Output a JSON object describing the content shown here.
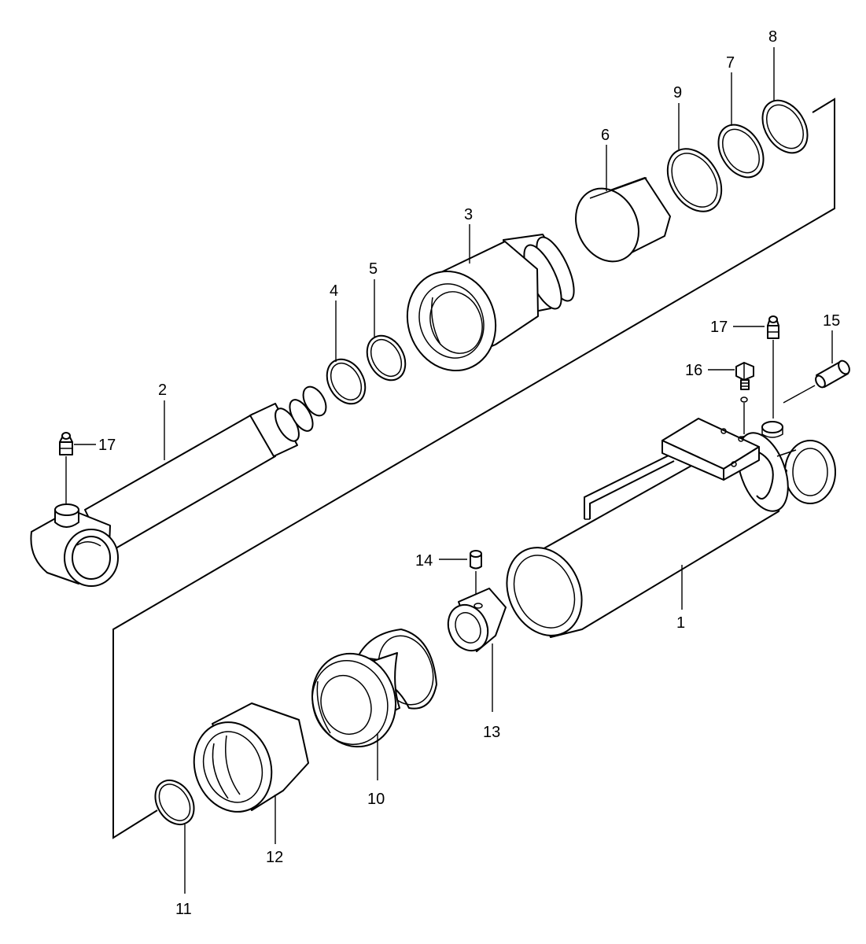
{
  "diagram": {
    "background": "#ffffff",
    "line_color": "#000000",
    "callouts": {
      "c1": "1",
      "c2": "2",
      "c3": "3",
      "c4": "4",
      "c5": "5",
      "c6": "6",
      "c7": "7",
      "c8": "8",
      "c9": "9",
      "c10": "10",
      "c11": "11",
      "c12": "12",
      "c13": "13",
      "c14": "14",
      "c15": "15",
      "c16": "16",
      "c17a": "17",
      "c17b": "17"
    }
  }
}
